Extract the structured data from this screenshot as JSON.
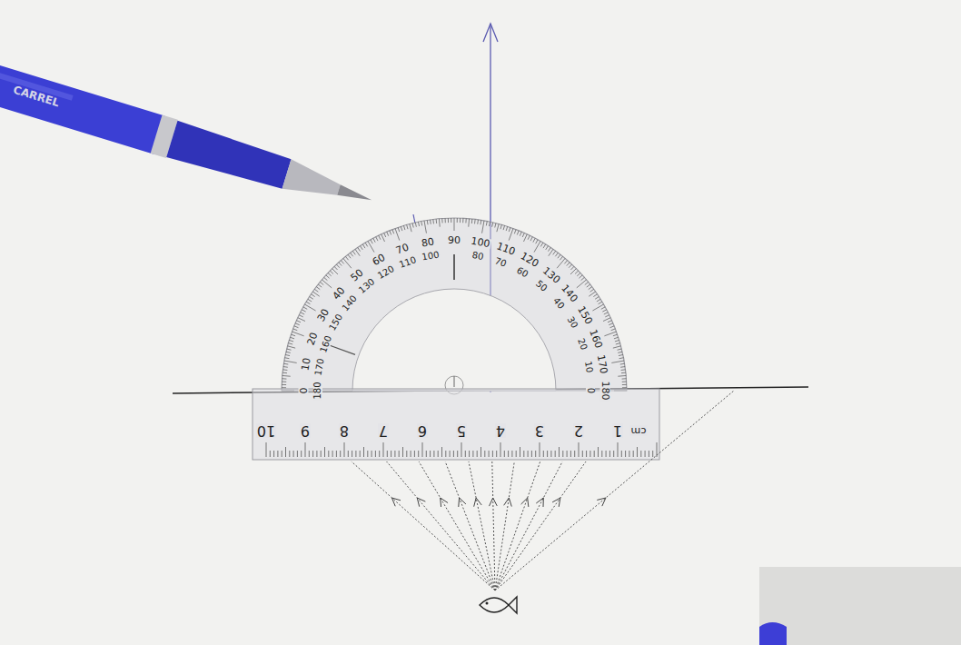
{
  "diagram": {
    "labels": [
      "CARREL",
      "0",
      "10",
      "20",
      "30",
      "40",
      "50",
      "60",
      "70",
      "80",
      "90",
      "100",
      "110",
      "120",
      "130",
      "140",
      "150",
      "160",
      "170",
      "180",
      "180",
      "170",
      "160",
      "150",
      "140",
      "130",
      "120",
      "110",
      "100",
      "80",
      "70",
      "60",
      "50",
      "40",
      "30",
      "20",
      "10",
      "0",
      "10",
      "9",
      "8",
      "7",
      "6",
      "5",
      "4",
      "3",
      "2",
      "1",
      "cm"
    ]
  }
}
